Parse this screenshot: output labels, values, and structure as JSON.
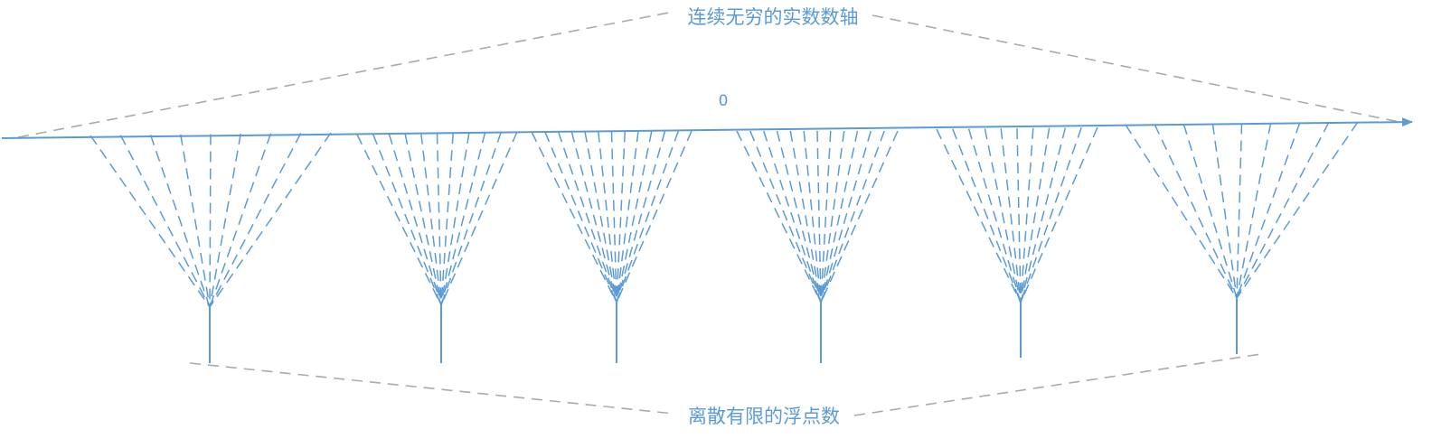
{
  "diagram": {
    "top_label": "连续无穷的实数数轴",
    "zero_label": "0",
    "bottom_label": "离散有限的浮点数",
    "colors": {
      "accent_blue": "#5b9bd5",
      "guide_gray": "#aaaaaa",
      "background": "#ffffff"
    },
    "groups": [
      {
        "id": "group-1",
        "ray_count": 9
      },
      {
        "id": "group-2",
        "ray_count": 11
      },
      {
        "id": "group-3",
        "ray_count": 13
      },
      {
        "id": "group-4",
        "ray_count": 13
      },
      {
        "id": "group-5",
        "ray_count": 11
      },
      {
        "id": "group-6",
        "ray_count": 9
      }
    ]
  }
}
